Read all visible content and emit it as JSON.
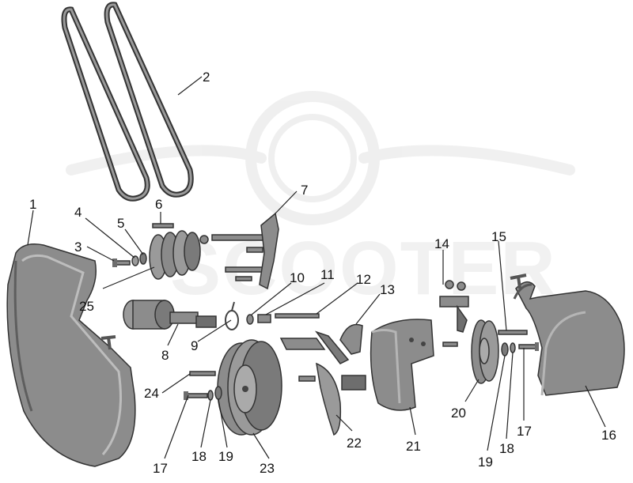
{
  "watermark": {
    "text": "SCOOTER",
    "color": "#e3e3e3"
  },
  "colors": {
    "part_fill": "#8c8c8c",
    "part_light": "#b5b5b5",
    "part_dark": "#5e5e5e",
    "outline": "#333333",
    "label": "#111111"
  },
  "callouts": [
    {
      "id": "1",
      "text": "1"
    },
    {
      "id": "2",
      "text": "2"
    },
    {
      "id": "3",
      "text": "3"
    },
    {
      "id": "4",
      "text": "4"
    },
    {
      "id": "5",
      "text": "5"
    },
    {
      "id": "6",
      "text": "6"
    },
    {
      "id": "7",
      "text": "7"
    },
    {
      "id": "8",
      "text": "8"
    },
    {
      "id": "9",
      "text": "9"
    },
    {
      "id": "10",
      "text": "10"
    },
    {
      "id": "11",
      "text": "11"
    },
    {
      "id": "12",
      "text": "12"
    },
    {
      "id": "13",
      "text": "13"
    },
    {
      "id": "14",
      "text": "14"
    },
    {
      "id": "15",
      "text": "15"
    },
    {
      "id": "16",
      "text": "16"
    },
    {
      "id": "17a",
      "text": "17"
    },
    {
      "id": "17b",
      "text": "17"
    },
    {
      "id": "18a",
      "text": "18"
    },
    {
      "id": "18b",
      "text": "18"
    },
    {
      "id": "19a",
      "text": "19"
    },
    {
      "id": "19b",
      "text": "19"
    },
    {
      "id": "20",
      "text": "20"
    },
    {
      "id": "21",
      "text": "21"
    },
    {
      "id": "22",
      "text": "22"
    },
    {
      "id": "23",
      "text": "23"
    },
    {
      "id": "24",
      "text": "24"
    },
    {
      "id": "25",
      "text": "25"
    }
  ]
}
